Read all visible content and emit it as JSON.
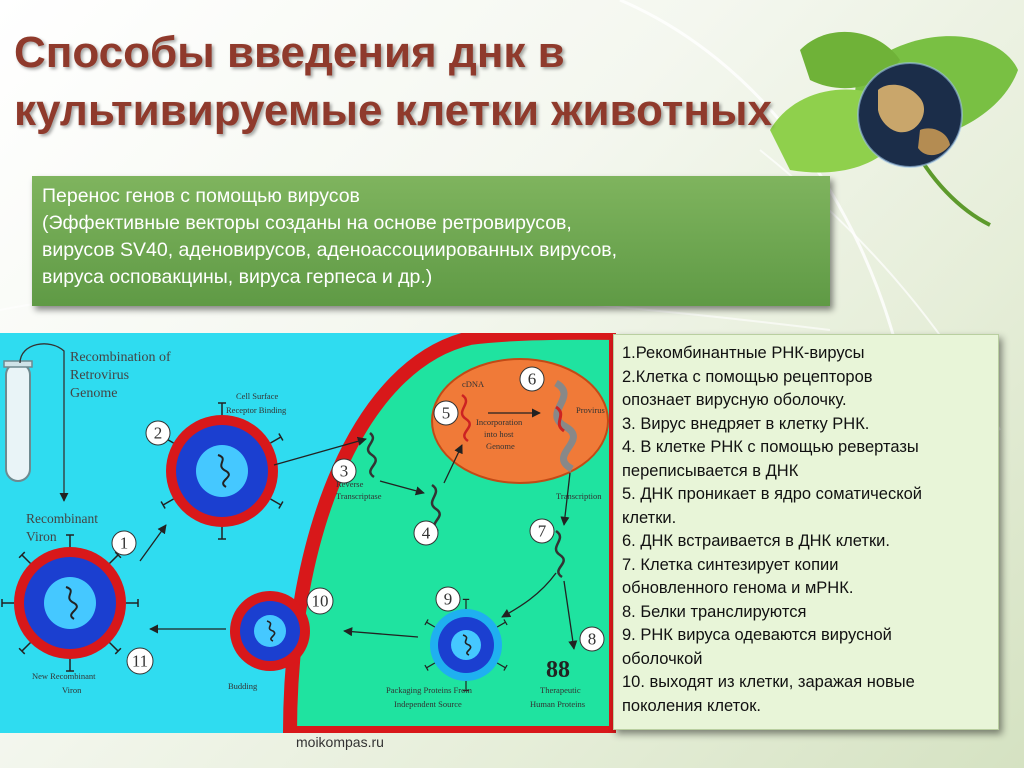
{
  "title": {
    "line1": "Способы введения днк в",
    "line2": "культивируемые клетки животных"
  },
  "intro": {
    "line1": "Перенос генов с помощью вирусов",
    "line2": "(Эффективные векторы созданы на основе ретровирусов,",
    "line3": "вирусов SV40, аденовирусов, аденоассоциированных вирусов,",
    "line4": "вируса осповакцины, вируса герпеса и др.)"
  },
  "diagram": {
    "labels": {
      "recomb_genome_1": "Recombination of",
      "recomb_genome_2": "Retrovirus",
      "recomb_genome_3": "Genome",
      "recombinant_viron_1": "Recombinant",
      "recombinant_viron_2": "Viron",
      "cell_surface_1": "Cell Surface",
      "cell_surface_2": "Receptor Binding",
      "reverse_1": "Reverse",
      "reverse_2": "Transcriptase",
      "cdna": "cDNA",
      "incorporation_1": "Incorporation",
      "incorporation_2": "into host",
      "incorporation_3": "Genome",
      "provirus": "Provirus",
      "transcription": "Transcription",
      "packaging_1": "Packaging Proteins From",
      "packaging_2": "Independent Source",
      "therapeutic_1": "Therapeutic",
      "therapeutic_2": "Human Proteins",
      "budding": "Budding",
      "new_recomb_1": "New Recombinant",
      "new_recomb_2": "Viron"
    },
    "numbers": [
      "1",
      "2",
      "3",
      "4",
      "5",
      "6",
      "7",
      "8",
      "9",
      "10",
      "11"
    ],
    "protein_glyph": "88"
  },
  "steps": [
    "1.Рекомбинантные  РНК-вирусы",
    "2.Клетка с помощью рецепторов",
    "опознает вирусную оболочку.",
    "3. Вирус внедряет в клетку РНК.",
    "4. В клетке РНК с помощью ревертазы",
    "переписывается в ДНК",
    "5. ДНК проникает  в ядро соматической",
    "клетки.",
    "6. ДНК встраивается в ДНК клетки.",
    "7. Клетка синтезирует копии",
    "обновленного генома и мРНК.",
    "8.  Белки транслируются",
    "9. РНК вируса одеваются вирусной",
    "оболочкой",
    "10. выходят из клетки, заражая новые",
    "поколения клеток."
  ],
  "footer": "moikompas.ru",
  "colors": {
    "title": "#8f3a2c",
    "info_box": "#6aa64d",
    "diagram_bg": "#2fdcf0",
    "cell": "#1fe3a0",
    "cell_membrane": "#d8181a",
    "nucleus": "#f07a38",
    "virus_core": "#1b3fd0",
    "virus_inner": "#45c8ff"
  }
}
